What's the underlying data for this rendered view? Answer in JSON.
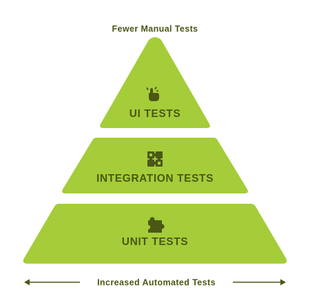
{
  "diagram": {
    "top_caption": "Fewer Manual Tests",
    "bottom_caption": "Increased Automated Tests",
    "tiers": [
      {
        "label": "UI TESTS",
        "icon": "touch-gesture-icon"
      },
      {
        "label": "INTEGRATION TESTS",
        "icon": "puzzle-grid-icon"
      },
      {
        "label": "UNIT TESTS",
        "icon": "puzzle-piece-icon"
      }
    ]
  },
  "colors": {
    "tier_fill": "#a4cd39",
    "text": "#4b5715",
    "background": "#ffffff"
  }
}
